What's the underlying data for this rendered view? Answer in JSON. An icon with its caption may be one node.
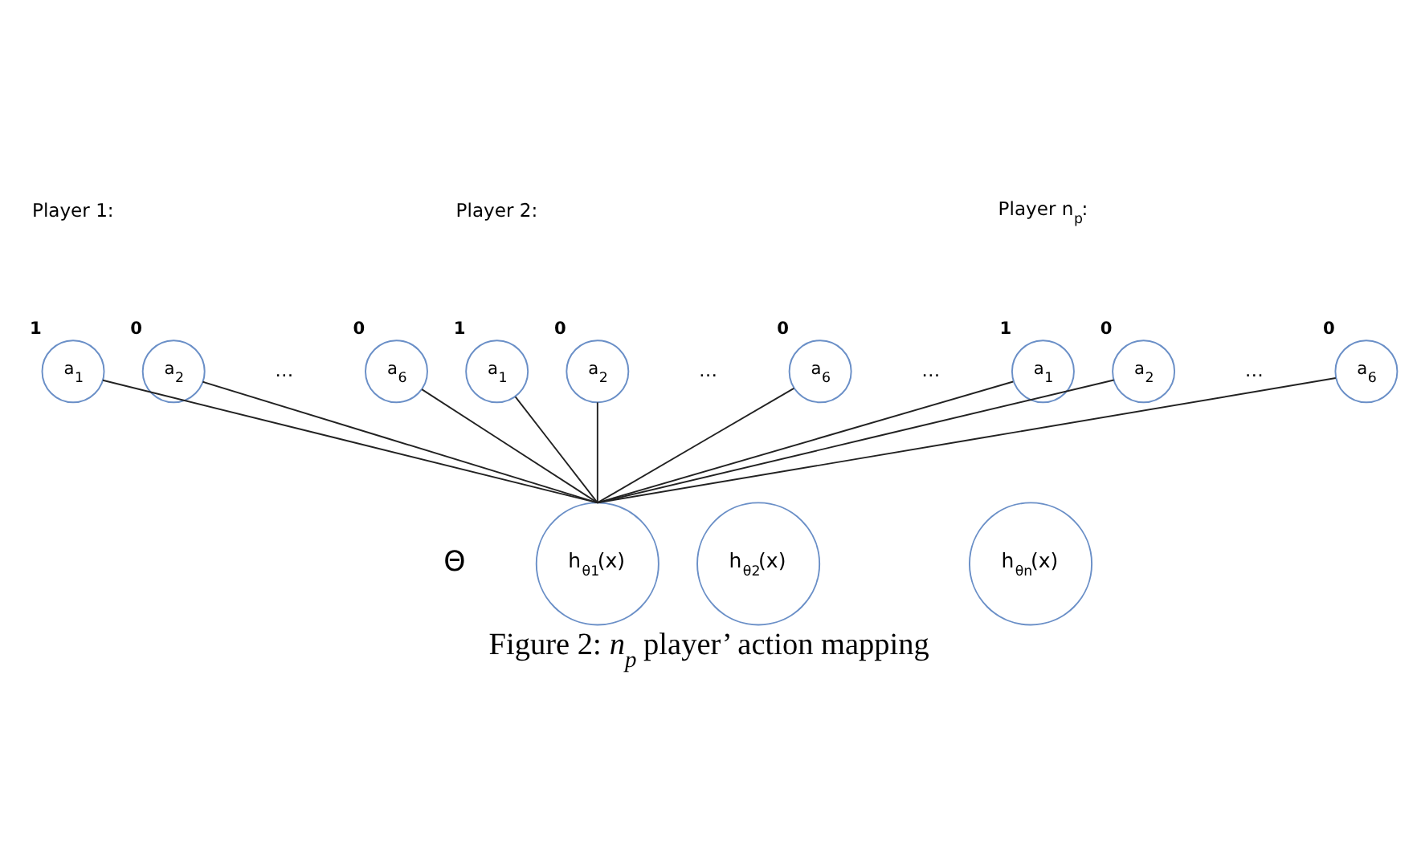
{
  "diagram": {
    "caption": "Figure 2: *n$_{p}$* player’ action mapping",
    "nodes": [
      {
        "text": [
          "a$_{1}$"
        ],
        "beside": [
          "1"
        ]
      },
      {
        "text": [
          "a$_{2}$"
        ],
        "beside": [
          "0"
        ]
      },
      {
        "text": [
          "a$_{6}$"
        ],
        "beside": [
          "0"
        ]
      },
      {
        "text": [
          "a$_{1}$"
        ],
        "beside": [
          "1"
        ]
      },
      {
        "text": [
          "a$_{2}$"
        ],
        "beside": [
          "0"
        ]
      },
      {
        "text": [
          "a$_{6}$"
        ],
        "beside": [
          "0"
        ]
      },
      {
        "text": [
          "a$_{1}$"
        ],
        "beside": [
          "1"
        ]
      },
      {
        "text": [
          "a$_{2}$"
        ],
        "beside": [
          "0"
        ]
      },
      {
        "text": [
          "a$_{6}$"
        ],
        "beside": [
          "0"
        ]
      },
      {
        "text": [
          "h$_{θ1}$(x)"
        ]
      },
      {
        "text": [
          "h$_{θ2}$(x)"
        ]
      },
      {
        "text": [
          "h$_{θn}$(x)"
        ]
      }
    ],
    "edges": [
      {
        "from": 0,
        "to": 9,
        "arrow": "none"
      },
      {
        "from": 1,
        "to": 9,
        "arrow": "none"
      },
      {
        "from": 2,
        "to": 9,
        "arrow": "none"
      },
      {
        "from": 3,
        "to": 9,
        "arrow": "none"
      },
      {
        "from": 4,
        "to": 9,
        "arrow": "none"
      },
      {
        "from": 5,
        "to": 9,
        "arrow": "none"
      },
      {
        "from": 6,
        "to": 9,
        "arrow": "none"
      },
      {
        "from": 7,
        "to": 9,
        "arrow": "none"
      },
      {
        "from": 8,
        "to": 9,
        "arrow": "none"
      }
    ],
    "labels": [
      "Player 1:",
      "Player 2:",
      "Player n$_{p}$:",
      "…",
      "…",
      "…",
      "…",
      "Θ"
    ]
  }
}
